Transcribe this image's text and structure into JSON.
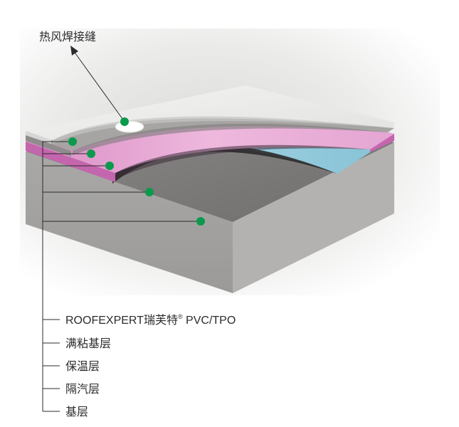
{
  "callout_top": "热风焊接缝",
  "legend": {
    "item1_brand": "ROOFEXPERT瑞芙特",
    "item1_reg": "®",
    "item1_product": " PVC/TPO",
    "item2": "满粘基层",
    "item3": "保温层",
    "item4": "隔汽层",
    "item5": "基层"
  },
  "colors": {
    "membrane": "#ececeb",
    "adhesive": "#a8a7a6",
    "insulation": "#e6a8d4",
    "insulation_side": "#c86bb2",
    "vapor_barrier": "#8fc6d9",
    "substrate_top": "#7d7c7b",
    "substrate_side": "#a3a2a0",
    "marker": "#0b9a4c",
    "leader_line": "#2b2b2b"
  }
}
